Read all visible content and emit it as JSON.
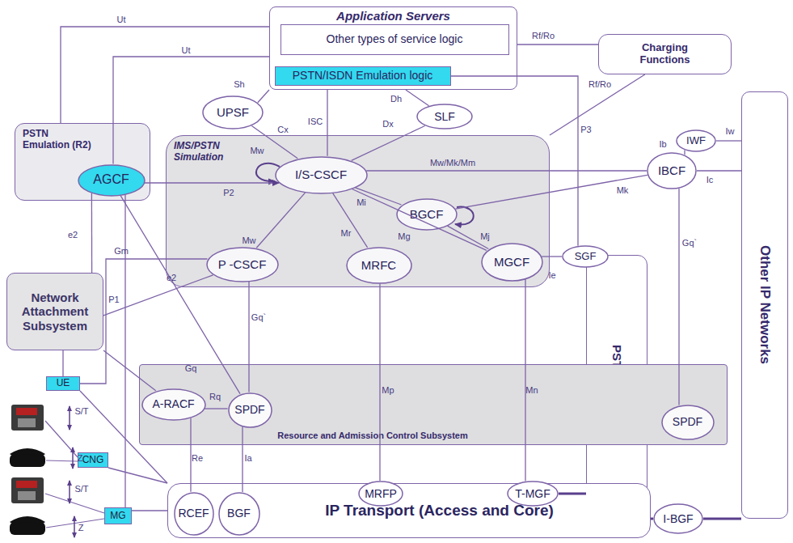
{
  "diagram": {
    "nodes": [
      {
        "text": [
          "Application Servers"
        ]
      },
      {
        "text": [
          "Other types of service logic"
        ],
        "in": 0
      },
      {
        "text": [
          "PSTN/ISDN Emulation logic"
        ],
        "in": 0
      },
      {
        "text": [
          "Charging Functions"
        ]
      },
      {
        "text": [
          "PSTN Emulation (R2)"
        ]
      },
      {
        "text": [
          "AGCF"
        ],
        "in": 4
      },
      {
        "text": [
          "IMS/PSTN Simulation"
        ]
      },
      {
        "text": [
          "I/S-CSCF"
        ],
        "in": 6
      },
      {
        "text": [
          "BGCF"
        ],
        "in": 6
      },
      {
        "text": [
          "P -CSCF"
        ],
        "in": 6
      },
      {
        "text": [
          "MRFC"
        ],
        "in": 6
      },
      {
        "text": [
          "MGCF"
        ],
        "in": 6
      },
      {
        "text": [
          "UPSF"
        ]
      },
      {
        "text": [
          "SLF"
        ]
      },
      {
        "text": [
          "IWF"
        ]
      },
      {
        "text": [
          "IBCF"
        ]
      },
      {
        "text": [
          "SGF"
        ]
      },
      {
        "text": [
          "PSTN/ISDN"
        ]
      },
      {
        "text": [
          "Other IP Networks"
        ]
      },
      {
        "text": [
          "Network Attachment Subsystem"
        ]
      },
      {
        "text": [
          "Resource and Admission Control Subsystem"
        ]
      },
      {
        "text": [
          "A-RACF"
        ],
        "in": 20
      },
      {
        "text": [
          "SPDF"
        ],
        "in": 20
      },
      {
        "text": [
          "SPDF"
        ],
        "in": 20
      },
      {
        "text": [
          "UE"
        ]
      },
      {
        "text": [
          "CNG"
        ]
      },
      {
        "text": [
          "MG"
        ]
      },
      {
        "text": [
          "IP Transport (Access and Core)"
        ]
      },
      {
        "text": [
          "RCEF"
        ],
        "in": 27
      },
      {
        "text": [
          "BGF"
        ],
        "in": 27
      },
      {
        "text": [
          "MRFP"
        ]
      },
      {
        "text": [
          "T-MGF"
        ]
      },
      {
        "text": [
          "I-BGF"
        ]
      }
    ],
    "edges": [
      {
        "from": 0,
        "to": 4,
        "label": "Ut",
        "arrow": "none"
      },
      {
        "from": 0,
        "to": 5,
        "label": "Ut",
        "arrow": "none"
      },
      {
        "from": 0,
        "to": 3,
        "label": "Rf/Ro",
        "arrow": "none"
      },
      {
        "from": 3,
        "to": 6,
        "label": "Rf/Ro",
        "arrow": "none"
      },
      {
        "from": 12,
        "to": 0,
        "label": "Sh",
        "arrow": "none"
      },
      {
        "from": 12,
        "to": 7,
        "label": "Cx",
        "arrow": "none"
      },
      {
        "from": 0,
        "to": 7,
        "label": "ISC",
        "arrow": "none"
      },
      {
        "from": 0,
        "to": 13,
        "label": "Dh",
        "arrow": "none"
      },
      {
        "from": 13,
        "to": 7,
        "label": "Dx",
        "arrow": "none"
      },
      {
        "from": 2,
        "to": 16,
        "label": "P3",
        "arrow": "none"
      },
      {
        "from": 5,
        "to": 7,
        "label": "P2",
        "arrow": "to"
      },
      {
        "from": 7,
        "to": 15,
        "label": "Mw/Mk/Mm",
        "arrow": "none"
      },
      {
        "from": 7,
        "to": 8,
        "label": "Mi",
        "arrow": "none"
      },
      {
        "from": 8,
        "to": 15,
        "label": "Mk",
        "arrow": "none"
      },
      {
        "from": 8,
        "to": 11,
        "label": "Mj",
        "arrow": "none"
      },
      {
        "from": 7,
        "to": 11,
        "label": "Mg",
        "arrow": "none"
      },
      {
        "from": 7,
        "to": 10,
        "label": "Mr",
        "arrow": "none"
      },
      {
        "from": 7,
        "to": 9,
        "label": "Mw",
        "arrow": "none"
      },
      {
        "from": 15,
        "to": 14,
        "label": "Ib",
        "arrow": "none"
      },
      {
        "from": 14,
        "to": 18,
        "label": "Iw",
        "arrow": "none"
      },
      {
        "from": 15,
        "to": 18,
        "label": "Ic",
        "arrow": "none"
      },
      {
        "from": 15,
        "to": 23,
        "label": "Gq`",
        "arrow": "none"
      },
      {
        "from": 9,
        "to": 24,
        "label": "Gm",
        "arrow": "none"
      },
      {
        "from": 5,
        "to": 19,
        "label": "e2",
        "arrow": "none"
      },
      {
        "from": 9,
        "to": 19,
        "label": "e2",
        "arrow": "none"
      },
      {
        "from": 9,
        "to": 22,
        "label": "Gq`",
        "arrow": "none"
      },
      {
        "from": 5,
        "to": 22,
        "label": "Gq",
        "arrow": "none"
      },
      {
        "from": 5,
        "to": 26,
        "label": "P1",
        "arrow": "none"
      },
      {
        "from": 21,
        "to": 22,
        "label": "Rq",
        "arrow": "none"
      },
      {
        "from": 19,
        "to": 21,
        "arrow": "none"
      },
      {
        "from": 21,
        "to": 28,
        "label": "Re",
        "arrow": "none"
      },
      {
        "from": 22,
        "to": 29,
        "label": "Ia",
        "arrow": "none"
      },
      {
        "from": 10,
        "to": 30,
        "label": "Mp",
        "arrow": "none"
      },
      {
        "from": 11,
        "to": 31,
        "label": "Mn",
        "arrow": "none"
      },
      {
        "from": 11,
        "to": 16,
        "label": "Ie",
        "arrow": "none"
      },
      {
        "from": 24,
        "to": 19,
        "arrow": "none"
      },
      {
        "from": 24,
        "to": 27,
        "arrow": "none"
      },
      {
        "from": 25,
        "to": 27,
        "arrow": "none"
      },
      {
        "from": 26,
        "to": 27,
        "arrow": "none"
      },
      {
        "from": 31,
        "to": 17,
        "arrow": "none"
      },
      {
        "from": 32,
        "to": 18,
        "arrow": "none"
      },
      {
        "from": 27,
        "to": 32,
        "arrow": "none"
      }
    ],
    "labels": [
      "Mw",
      "S/T",
      "Z",
      "S/T",
      "Z"
    ]
  }
}
